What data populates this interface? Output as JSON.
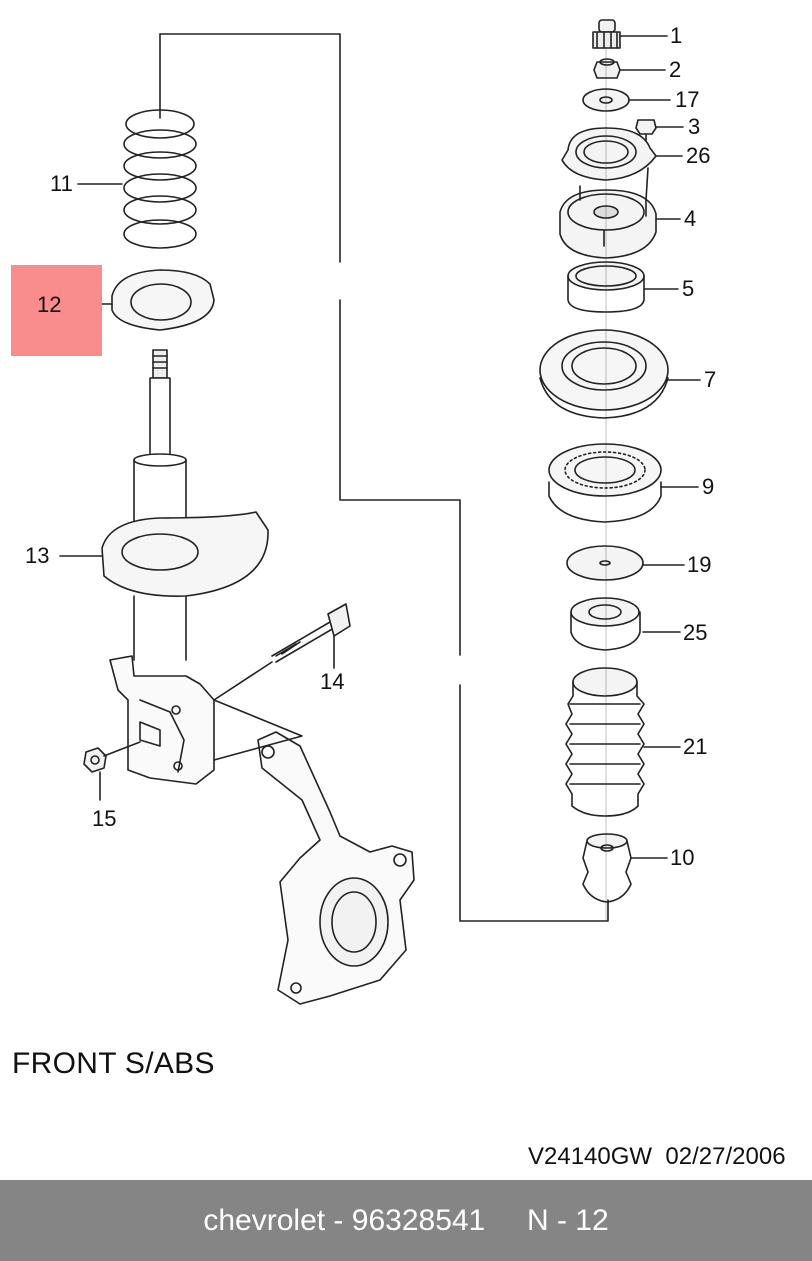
{
  "diagram": {
    "title": "FRONT S/ABS",
    "drawing_code": "V24140GW",
    "drawing_date": "02/27/2006",
    "highlight_color": "#f98c8c",
    "highlighted_callout": "12",
    "callouts": [
      {
        "id": "1",
        "text": "1"
      },
      {
        "id": "2",
        "text": "2"
      },
      {
        "id": "17",
        "text": "17"
      },
      {
        "id": "3",
        "text": "3"
      },
      {
        "id": "26",
        "text": "26"
      },
      {
        "id": "4",
        "text": "4"
      },
      {
        "id": "5",
        "text": "5"
      },
      {
        "id": "7",
        "text": "7"
      },
      {
        "id": "9",
        "text": "9"
      },
      {
        "id": "19",
        "text": "19"
      },
      {
        "id": "25",
        "text": "25"
      },
      {
        "id": "21",
        "text": "21"
      },
      {
        "id": "10",
        "text": "10"
      },
      {
        "id": "11",
        "text": "11"
      },
      {
        "id": "12",
        "text": "12"
      },
      {
        "id": "13",
        "text": "13"
      },
      {
        "id": "14",
        "text": "14"
      },
      {
        "id": "15",
        "text": "15"
      }
    ]
  },
  "footer": {
    "brand": "chevrolet",
    "separator": " - ",
    "part_number": "96328541",
    "ref": "N - 12",
    "background": "#858585"
  }
}
